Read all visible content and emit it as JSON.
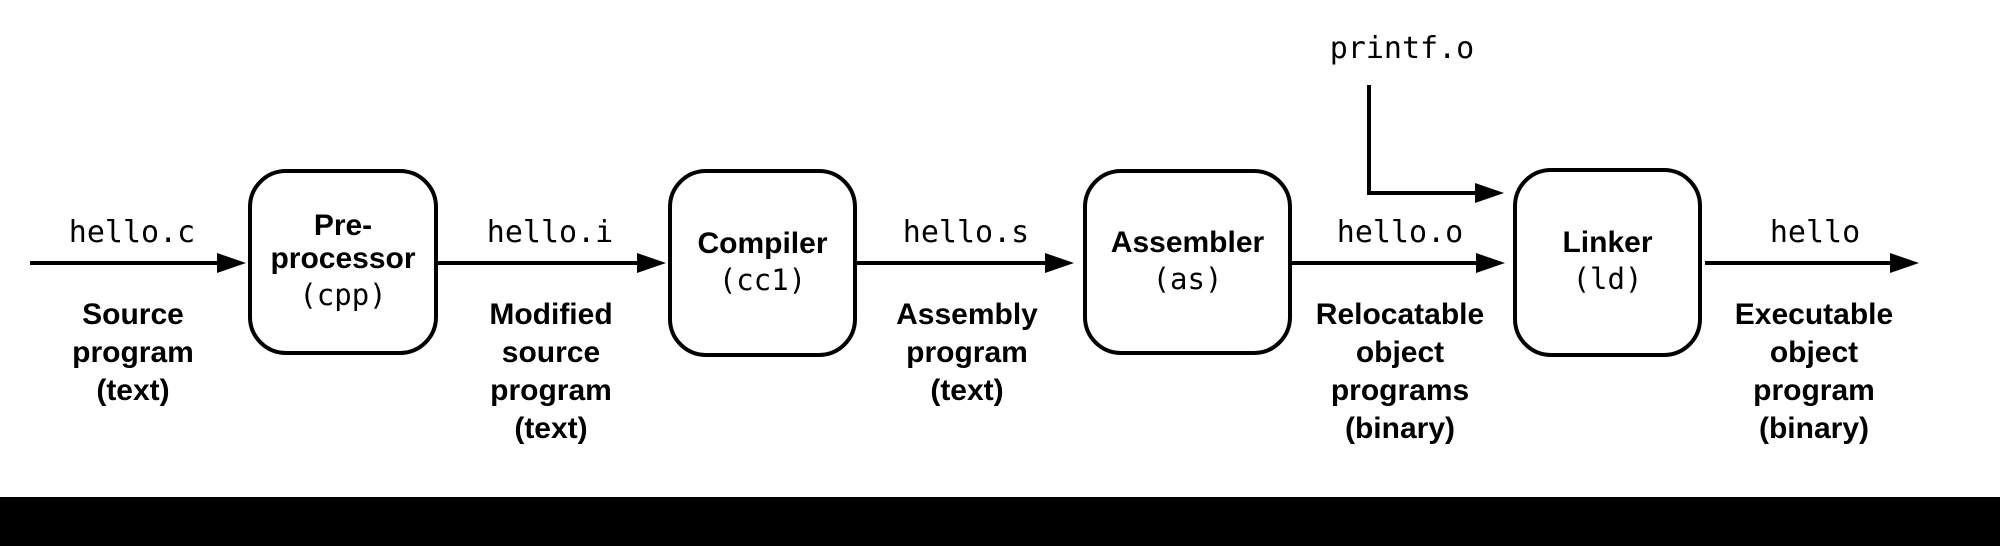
{
  "diagram_title": "compilation-system-pipeline",
  "flows": [
    {
      "file": "hello.c",
      "caption_lines": [
        "Source",
        "program",
        "(text)"
      ]
    },
    {
      "file": "hello.i",
      "caption_lines": [
        "Modified",
        "source",
        "program",
        "(text)"
      ]
    },
    {
      "file": "hello.s",
      "caption_lines": [
        "Assembly",
        "program",
        "(text)"
      ]
    },
    {
      "file": "hello.o",
      "caption_lines": [
        "Relocatable",
        "object",
        "programs",
        "(binary)"
      ]
    },
    {
      "file": "hello",
      "caption_lines": [
        "Executable",
        "object",
        "program",
        "(binary)"
      ]
    }
  ],
  "boxes": [
    {
      "name_lines": [
        "Pre-",
        "processor"
      ],
      "tool": "(cpp)"
    },
    {
      "name_lines": [
        "Compiler"
      ],
      "tool": "(cc1)"
    },
    {
      "name_lines": [
        "Assembler"
      ],
      "tool": "(as)"
    },
    {
      "name_lines": [
        "Linker"
      ],
      "tool": "(ld)"
    }
  ],
  "extra_input": {
    "file": "printf.o"
  },
  "colors": {
    "ink": "#000000",
    "background": "#ffffff",
    "footer_bar": "#000000"
  }
}
